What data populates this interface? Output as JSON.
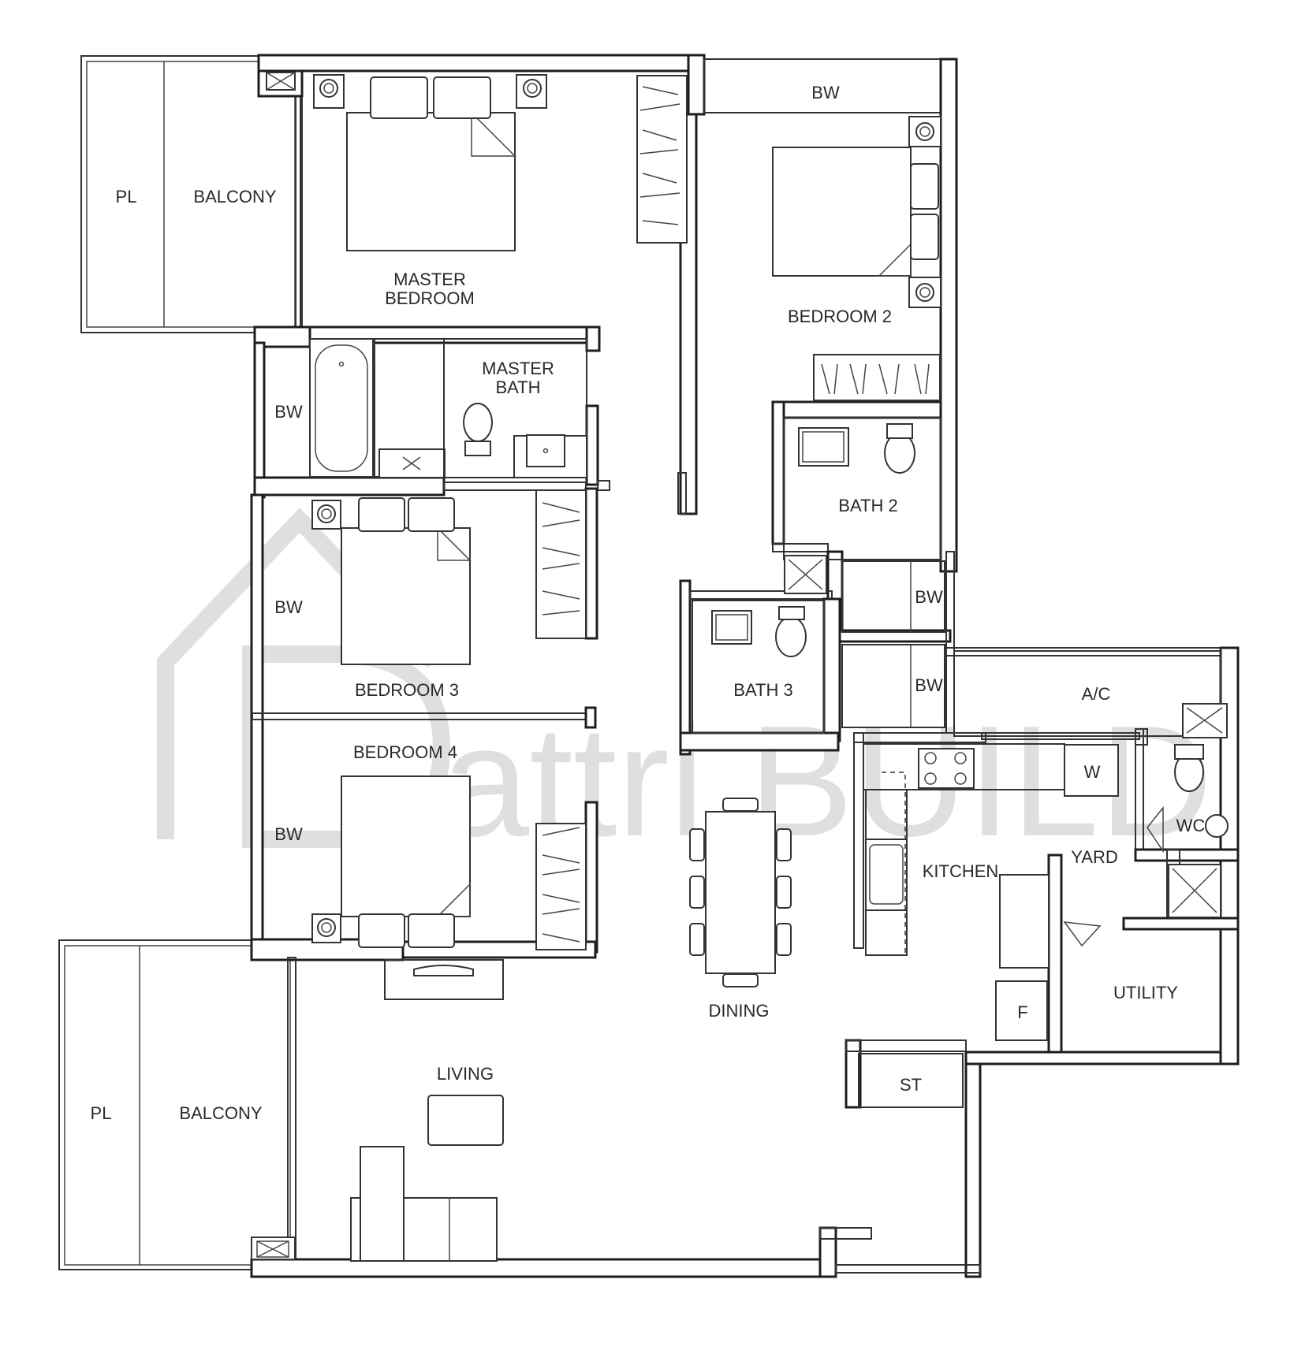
{
  "plan": {
    "rooms": {
      "pl_top": "PL",
      "balcony_top": "BALCONY",
      "master_bedroom_1": "MASTER",
      "master_bedroom_2": "BEDROOM",
      "bw_top_right": "BW",
      "bedroom2": "BEDROOM 2",
      "master_bath_1": "MASTER",
      "master_bath_2": "BATH",
      "bw_master_bath": "BW",
      "bath2": "BATH 2",
      "bw_bedroom3": "BW",
      "bw_bath2_a": "BW",
      "bw_bath2_b": "BW",
      "bedroom3": "BEDROOM 3",
      "bath3": "BATH 3",
      "ac": "A/C",
      "bedroom4": "BEDROOM 4",
      "bw_bedroom4": "BW",
      "w": "W",
      "wc": "WC",
      "yard": "YARD",
      "kitchen": "KITCHEN",
      "utility": "UTILITY",
      "f": "F",
      "dining": "DINING",
      "living": "LIVING",
      "st": "ST",
      "pl_bottom": "PL",
      "balcony_bottom": "BALCONY"
    },
    "watermark": "attri.BUILD"
  }
}
